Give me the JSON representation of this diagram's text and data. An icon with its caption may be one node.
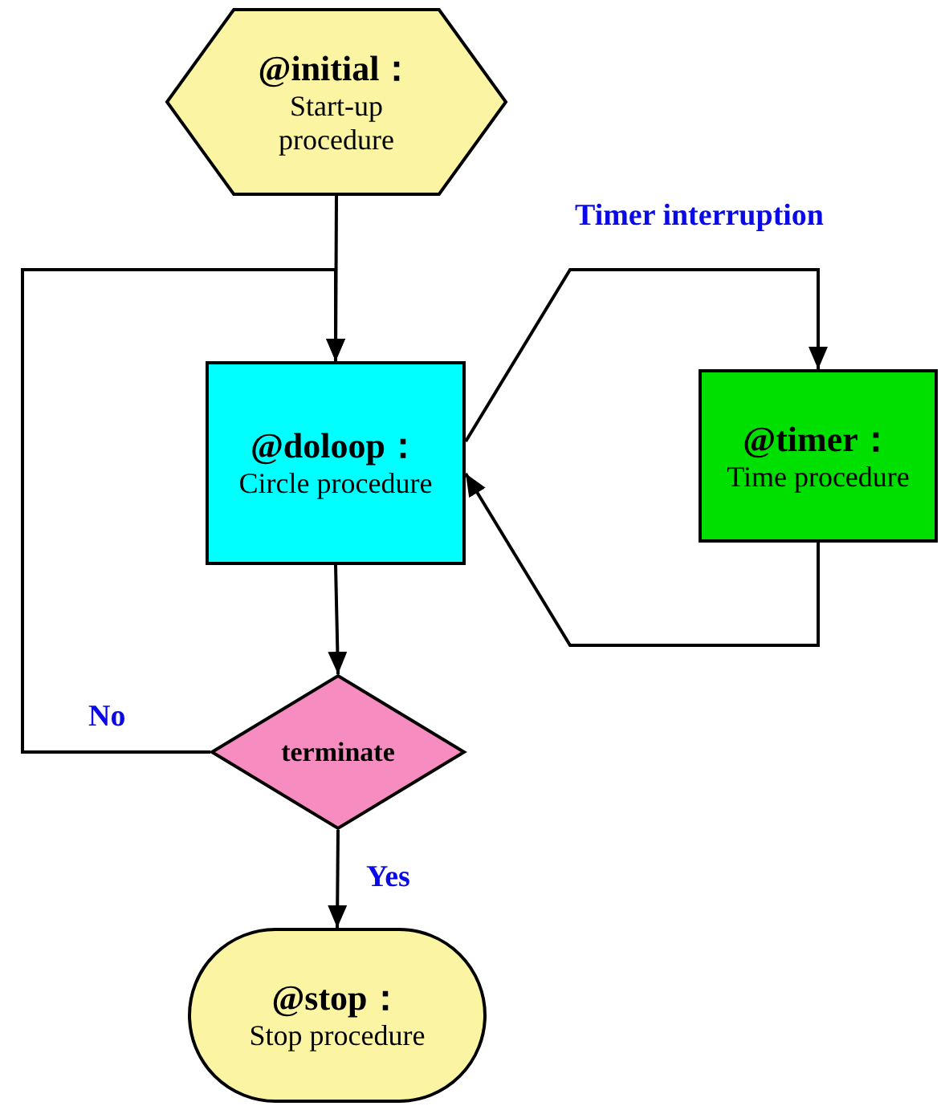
{
  "diagram": {
    "nodes": [
      {
        "text": [
          "@initial：",
          "Start-up procedure"
        ]
      },
      {
        "text": [
          "@doloop：",
          "Circle procedure"
        ]
      },
      {
        "text": [
          "@timer：",
          "Time procedure"
        ]
      },
      {
        "text": [
          "terminate"
        ]
      },
      {
        "text": [
          "@stop：",
          "Stop procedure"
        ]
      }
    ],
    "edges": [
      {
        "from": 0,
        "to": 1,
        "arrow": "to"
      },
      {
        "from": 3,
        "to": 1,
        "arrow": "to",
        "label": "No"
      },
      {
        "from": 1,
        "to": 2,
        "arrow": "to",
        "label": "Timer interruption"
      },
      {
        "from": 2,
        "to": 1,
        "arrow": "to"
      },
      {
        "from": 1,
        "to": 3,
        "arrow": "to"
      },
      {
        "from": 3,
        "to": 4,
        "arrow": "to",
        "label": "Yes"
      }
    ]
  }
}
